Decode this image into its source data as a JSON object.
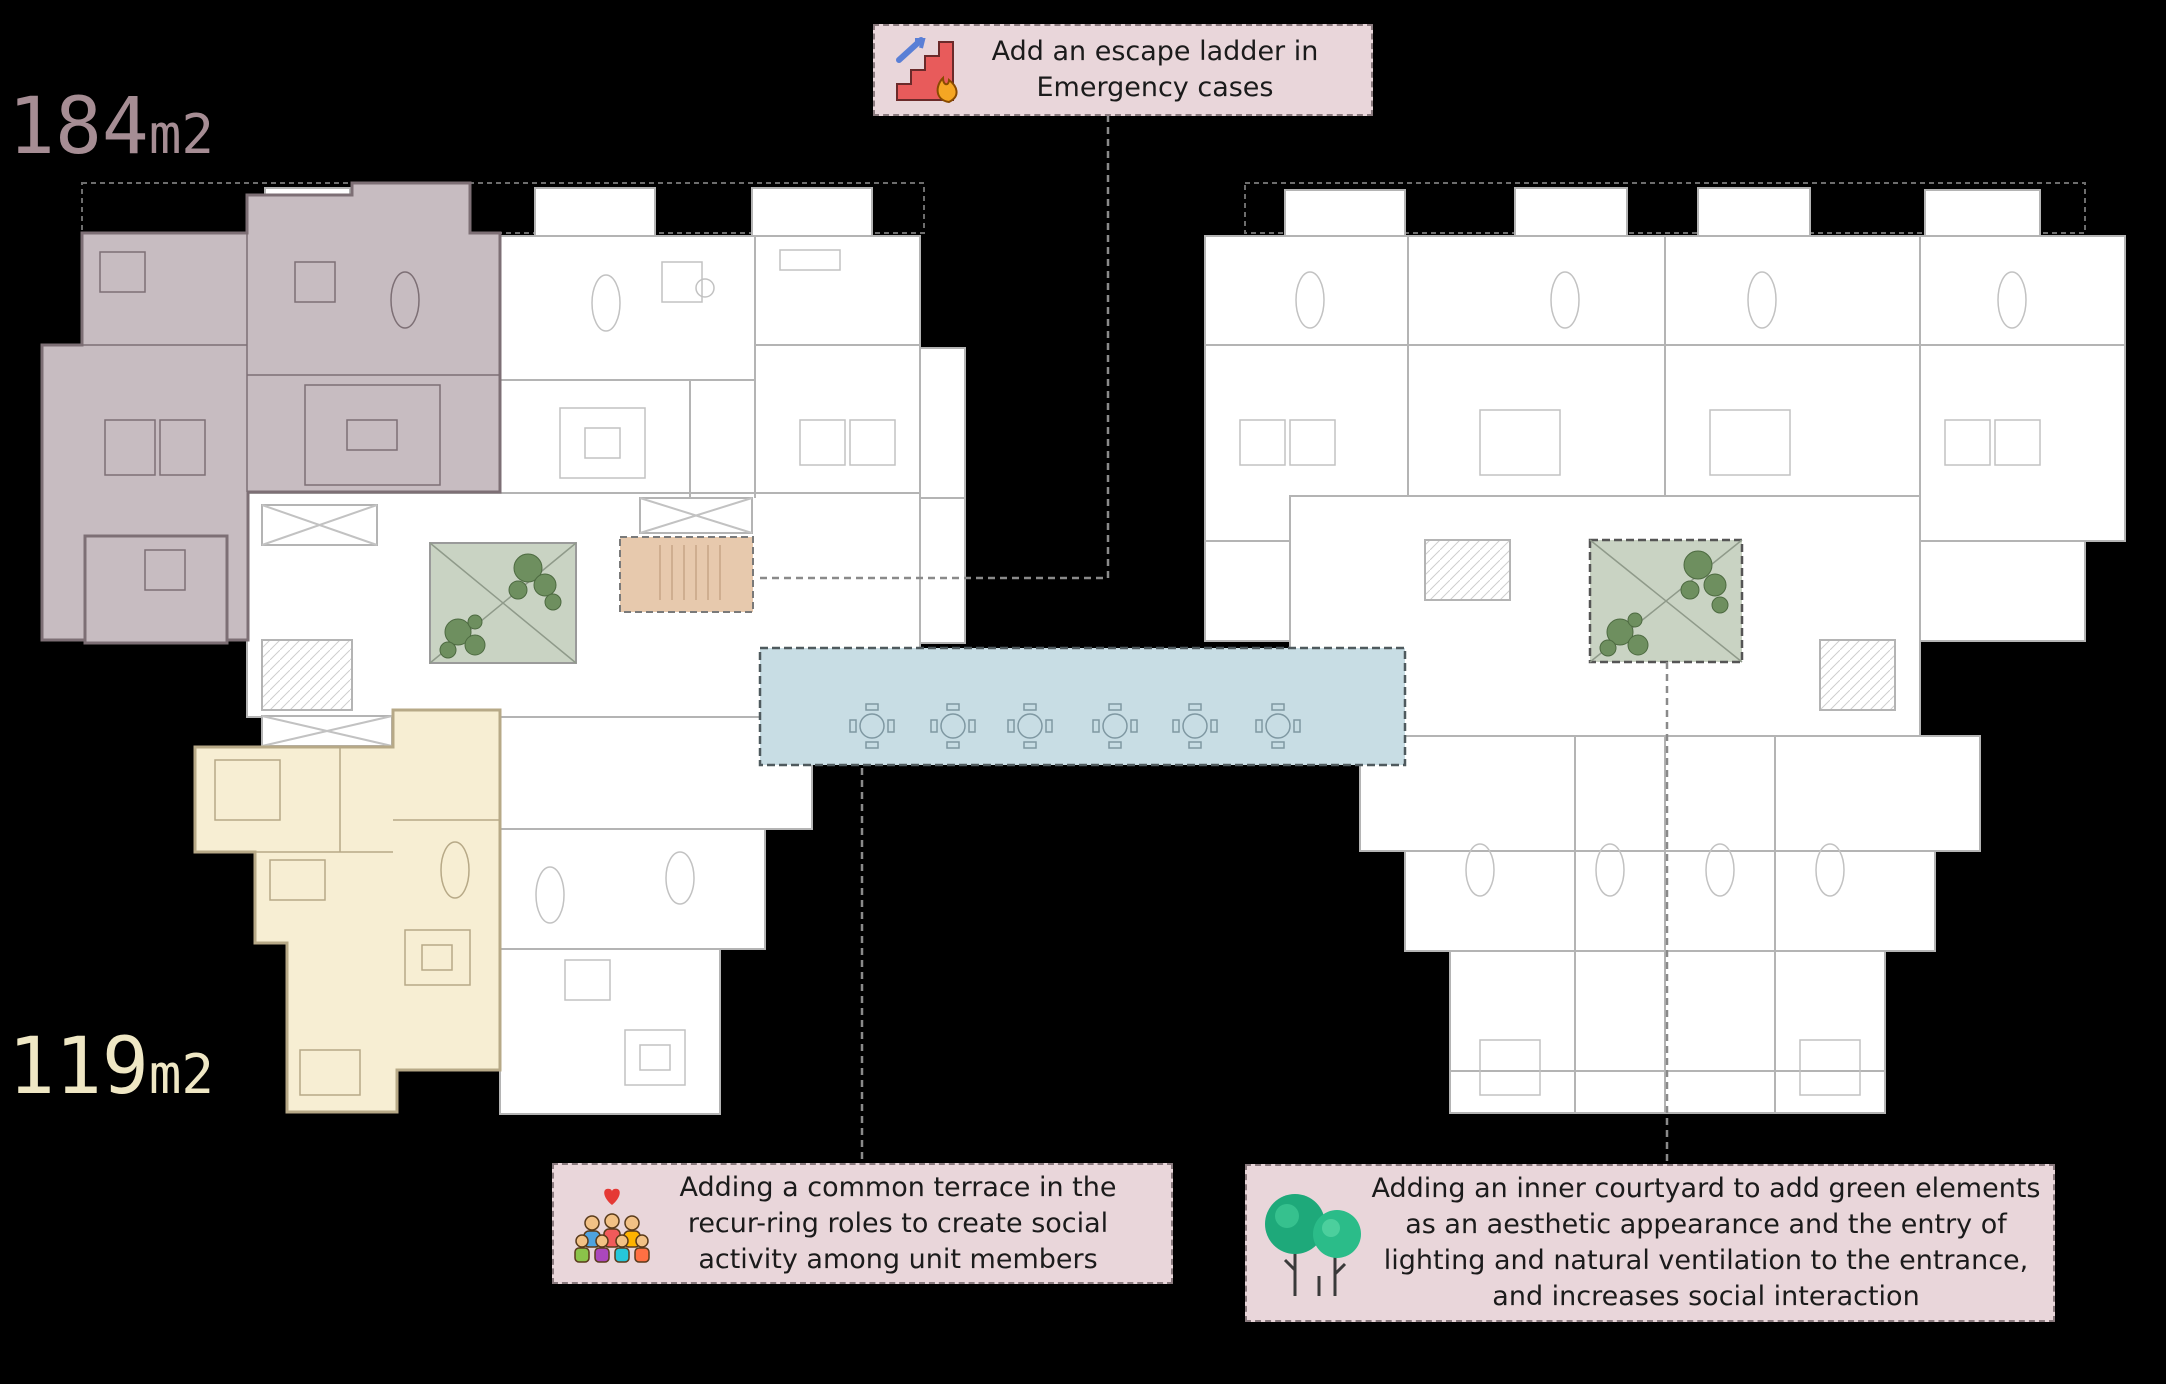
{
  "areas": {
    "large": {
      "number": "184",
      "unit": "m2",
      "color": "#a68d94"
    },
    "small": {
      "number": "119",
      "unit": "m2",
      "color": "#efe7c4"
    }
  },
  "callouts": {
    "escape": {
      "text": "Add an escape ladder in Emergency cases",
      "icon": "fire-escape-stairs-icon"
    },
    "terrace": {
      "text": "Adding a common terrace in the recur-ring roles to create social activity among unit members",
      "icon": "community-people-heart-icon"
    },
    "courtyard": {
      "text": "Adding an inner courtyard to add green elements as an aesthetic appearance and the entry of lighting and natural ventilation to the entrance, and increases social interaction",
      "icon": "trees-icon"
    }
  },
  "colors": {
    "background": "#000000",
    "plan_fill": "#ffffff",
    "plan_line": "#b4b4b4",
    "unit_184": "#c7bcc1",
    "unit_119": "#f7eed3",
    "stair_highlight": "#e7c9ad",
    "terrace": "#c8dde4",
    "courtyard_green": "#c9d3c3",
    "callout_bg": "#e9d6da",
    "leader_line": "#8a8a8a"
  }
}
